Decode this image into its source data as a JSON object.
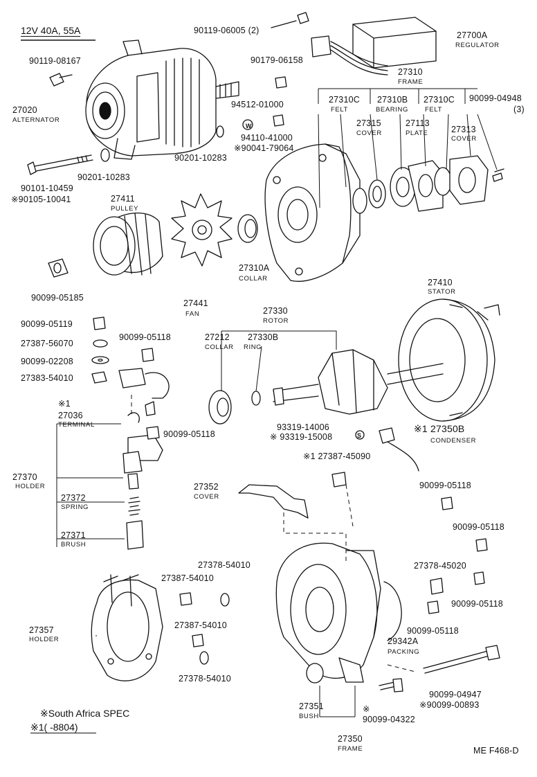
{
  "header": {
    "spec": "12V  40A, 55A"
  },
  "footer": {
    "note1": "※South Africa SPEC",
    "note2": "※1(      -8804)",
    "code": "ME  F468-D"
  },
  "parts": {
    "p90119_06005": "90119-06005 (2)",
    "p27700A": "27700A",
    "p27700A_name": "REGULATOR",
    "p90119_08167": "90119-08167",
    "p90179_06158": "90179-06158",
    "p27310": "27310",
    "p27310_name": "FRAME",
    "p27020": "27020",
    "p27020_name": "ALTERNATOR",
    "p94512_01000": "94512-01000",
    "p27310C_a": "27310C",
    "felt_a": "FELT",
    "p27310B": "27310B",
    "bearing": "BEARING",
    "p27310C_b": "27310C",
    "felt_b": "FELT",
    "p90099_04948": "90099-04948",
    "qty3": "(3)",
    "p94110_41000": "94110-41000",
    "p90041_79064": "※90041-79064",
    "p27315": "27315",
    "cover_a": "COVER",
    "p27113": "27113",
    "plate": "PLATE",
    "p27313": "27313",
    "cover_b": "COVER",
    "p90201_10283_a": "90201-10283",
    "p90201_10283_b": "90201-10283",
    "p90101_10459": "90101-10459",
    "p90105_10041": "※90105-10041",
    "p27411": "27411",
    "pulley": "PULLEY",
    "p27310A": "27310A",
    "collar_a": "COLLAR",
    "p90099_05185": "90099-05185",
    "p27441": "27441",
    "fan": "FAN",
    "p27410": "27410",
    "stator": "STATOR",
    "p27330": "27330",
    "rotor": "ROTOR",
    "p90099_05119": "90099-05119",
    "p27212": "27212",
    "collar_b": "COLLAR",
    "p27330B": "27330B",
    "ring": "RING",
    "p27387_56070": "27387-56070",
    "p90099_05118_a": "90099-05118",
    "p90099_02208": "90099-02208",
    "p27383_54010": "27383-54010",
    "mark1": "※1",
    "p27036": "27036",
    "terminal": "TERMINAL",
    "p90099_05118_b": "90099-05118",
    "p93319_14006": "93319-14006",
    "p93319_15008": "※ 93319-15008",
    "s_mark": "S",
    "p27350B": "※1 27350B",
    "condenser": "CONDENSER",
    "p27387_45090": "※1 27387-45090",
    "p27370": "27370",
    "holder_a": "HOLDER",
    "p27352": "27352",
    "cover_c": "COVER",
    "p90099_05118_c": "90099-05118",
    "p27372": "27372",
    "spring": "SPRING",
    "p90099_05118_d": "90099-05118",
    "p27371": "27371",
    "brush": "BRUSH",
    "p27378_54010_a": "27378-54010",
    "p27387_54010_a": "27387-54010",
    "p27378_45020": "27378-45020",
    "p90099_05118_e": "90099-05118",
    "p27357": "27357",
    "holder_b": "HOLDER",
    "p27387_54010_b": "27387-54010",
    "p90099_05118_f": "90099-05118",
    "p29342A": "29342A",
    "packing": "PACKING",
    "p27378_54010_b": "27378-54010",
    "p90099_04947": "90099-04947",
    "p90099_00893": "※90099-00893",
    "p27351": "27351",
    "bush": "BUSH",
    "mark_star": "※",
    "p90099_04322": "90099-04322",
    "p27350": "27350",
    "frame_b": "FRAME",
    "w_mark": "W"
  }
}
